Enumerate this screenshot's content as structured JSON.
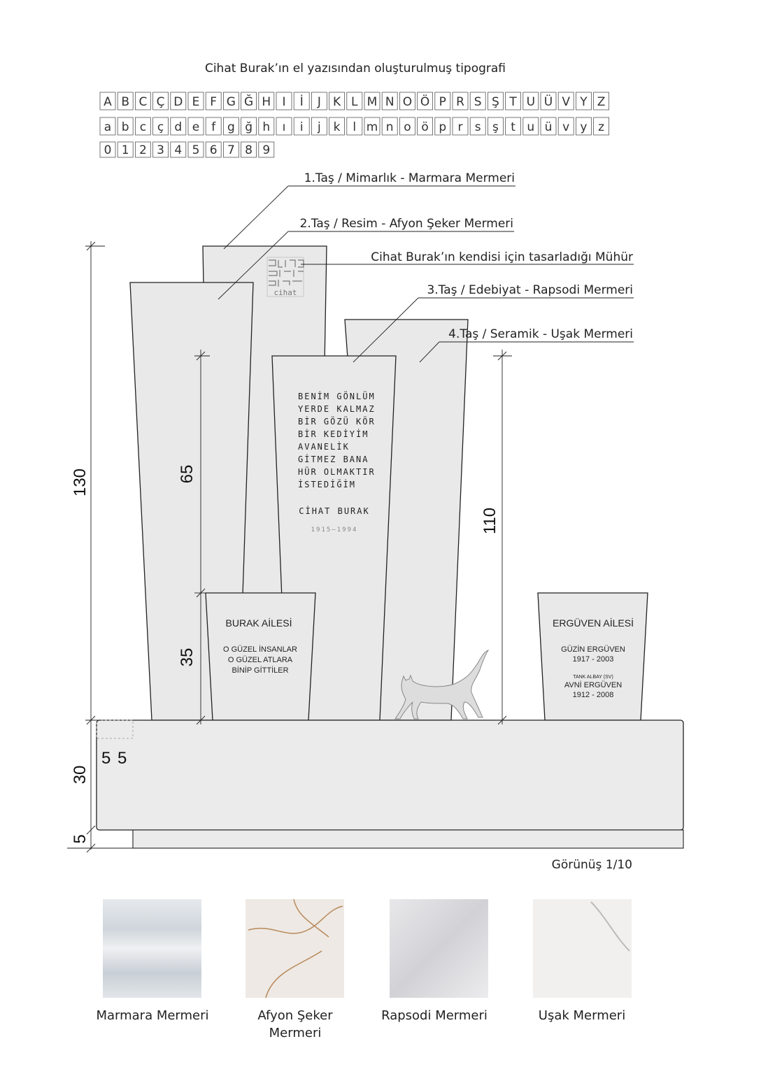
{
  "title": "Cihat Burak’ın el yazısından oluşturulmuş tipografi",
  "alphabet": {
    "upper": [
      "A",
      "B",
      "C",
      "Ç",
      "D",
      "E",
      "F",
      "G",
      "Ğ",
      "H",
      "I",
      "İ",
      "J",
      "K",
      "L",
      "M",
      "N",
      "O",
      "Ö",
      "P",
      "R",
      "S",
      "Ş",
      "T",
      "U",
      "Ü",
      "V",
      "Y",
      "Z"
    ],
    "lower": [
      "a",
      "b",
      "c",
      "ç",
      "d",
      "e",
      "f",
      "g",
      "ğ",
      "h",
      "ı",
      "i",
      "j",
      "k",
      "l",
      "m",
      "n",
      "o",
      "ö",
      "p",
      "r",
      "s",
      "ş",
      "t",
      "u",
      "ü",
      "v",
      "y",
      "z"
    ],
    "digits": [
      "0",
      "1",
      "2",
      "3",
      "4",
      "5",
      "6",
      "7",
      "8",
      "9"
    ]
  },
  "labels": {
    "stone1": "1.Taş / Mimarlık - Marmara Mermeri",
    "stone2": "2.Taş / Resim - Afyon Şeker Mermeri",
    "seal": "Cihat Burak’ın kendisi için tasarladığı Mühür",
    "stone3": "3.Taş / Edebiyat - Rapsodi Mermeri",
    "stone4": "4.Taş / Seramik - Uşak Mermeri"
  },
  "seal_text": "cihat",
  "poem": {
    "lines": [
      "BENİM GÖNLÜM",
      "YERDE KALMAZ",
      "BİR GÖZÜ KÖR",
      "BİR KEDİYİM",
      "AVANELİK",
      "GİTMEZ BANA",
      "HÜR OLMAKTIR",
      "İSTEDİĞİM"
    ],
    "author": "CİHAT BURAK",
    "years": "1915–1994"
  },
  "burak": {
    "title": "BURAK AİLESİ",
    "lines": [
      "O GÜZEL İNSANLAR",
      "O GÜZEL ATLARA",
      "BİNİP GİTTİLER"
    ]
  },
  "erguven": {
    "title": "ERGÜVEN AİLESİ",
    "p1_name": "GÜZİN ERGÜVEN",
    "p1_years": "1917 - 2003",
    "p2_rank": "TANK ALBAY (SV)",
    "p2_name": "AVNİ ERGÜVEN",
    "p2_years": "1912 - 2008"
  },
  "dimensions": {
    "total": "130",
    "upper": "65",
    "lower": "35",
    "right": "110",
    "base": "30",
    "plinth": "5",
    "offset_a": "5",
    "offset_b": "5"
  },
  "view_label": "Görünüş  1/10",
  "materials": [
    {
      "name": "Marmara Mermeri",
      "color": "#dfe3e7"
    },
    {
      "name_l1": "Afyon Şeker",
      "name_l2": "Mermeri",
      "color": "#eee9e4"
    },
    {
      "name": "Rapsodi Mermeri",
      "color": "#e3e3e5"
    },
    {
      "name": "Uşak Mermeri",
      "color": "#f1f0ee"
    }
  ]
}
